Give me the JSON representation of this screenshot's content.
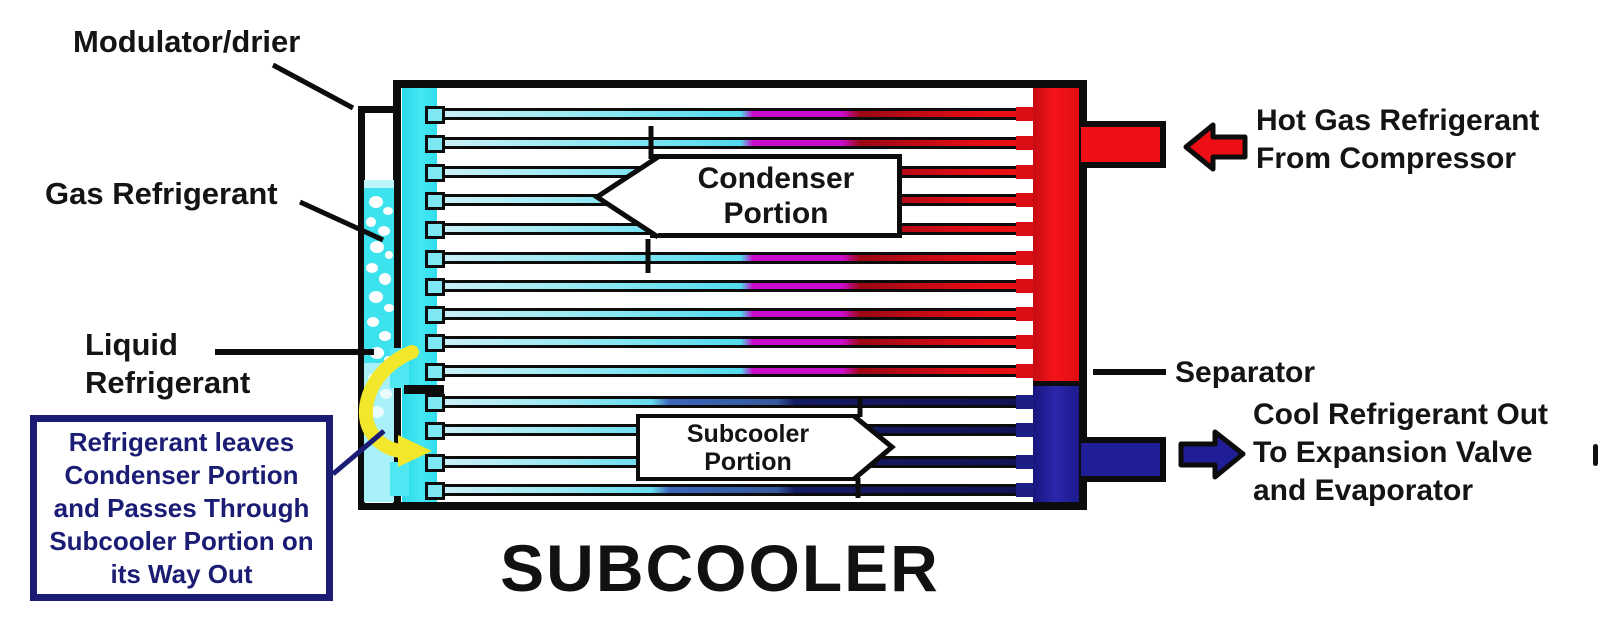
{
  "diagram": {
    "title": "SUBCOOLER",
    "colors": {
      "cyan": "#35e2ee",
      "red": "#ed0f15",
      "navy": "#201e96",
      "dark_navy": "#131a5e",
      "magenta": "#c90cc9",
      "yellow": "#f2e72b",
      "note_navy": "#1b1c74",
      "outline": "#0c0c0c"
    },
    "labels": {
      "modulator_drier": "Modulator/drier",
      "gas_refrigerant": "Gas Refrigerant",
      "liquid_refrigerant": {
        "lines": [
          "Liquid",
          "Refrigerant"
        ]
      },
      "separator": "Separator",
      "hot_gas": {
        "lines": [
          "Hot Gas Refrigerant",
          "From Compressor"
        ]
      },
      "cool_out": {
        "lines": [
          "Cool Refrigerant Out",
          "To Expansion Valve",
          "and Evaporator"
        ]
      },
      "condenser_portion": {
        "lines": [
          "Condenser",
          "Portion"
        ]
      },
      "subcooler_portion": {
        "lines": [
          "Subcooler",
          "Portion"
        ]
      }
    },
    "note_box": {
      "lines": [
        "Refrigerant leaves",
        "Condenser Portion",
        "and Passes Through",
        "Subcooler Portion on",
        "its Way Out"
      ]
    },
    "tubes": {
      "condenser_y": [
        114,
        143,
        172,
        200,
        229,
        258,
        286,
        314,
        342,
        371
      ],
      "subcooler_y": [
        402,
        430,
        462,
        490
      ]
    }
  }
}
